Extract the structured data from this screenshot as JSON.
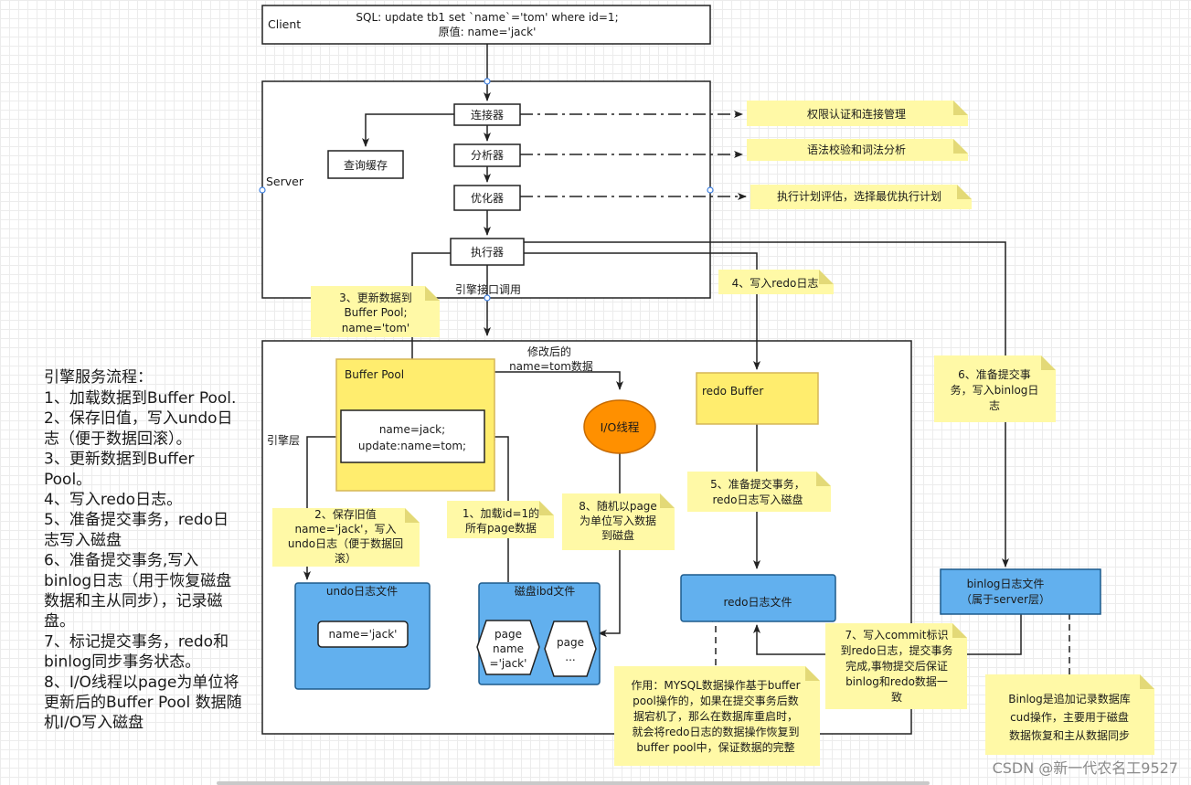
{
  "client": {
    "label": "Client",
    "sql": "SQL: update tb1 set `name`='tom' where id=1;",
    "orig": "原值: name='jack'"
  },
  "server": {
    "label": "Server",
    "connector": "连接器",
    "cache": "查询缓存",
    "analyzer": "分析器",
    "optimizer": "优化器",
    "executor": "执行器",
    "engine_api": "引擎接口调用"
  },
  "notes": {
    "auth": "权限认证和连接管理",
    "syntax": "语法校验和词法分析",
    "plan": "执行计划评估，选择最优执行计划",
    "step3": [
      "3、更新数据到",
      "Buffer Pool;",
      "name='tom'"
    ],
    "step4": "4、写入redo日志",
    "step6": [
      "6、准备提交事",
      "务，写入binlog日",
      "志"
    ],
    "step2": [
      "2、保存旧值",
      "name='jack'，写入",
      "undo日志（便于数据回",
      "滚）"
    ],
    "step1": [
      "1、加载id=1的",
      "所有page数据"
    ],
    "step8": [
      "8、随机以page",
      "为单位写入数据",
      "到磁盘"
    ],
    "step5": [
      "5、准备提交事务，",
      "redo日志写入磁盘"
    ],
    "step7": [
      "7、写入commit标识",
      "到redo日志，提交事务",
      "完成,事物提交后保证",
      "binlog和redo数据一",
      "致"
    ],
    "redo_note": [
      "作用：MYSQL数据操作基于buffer",
      "pool操作的，如果在提交事务后数",
      "据宕机了，那么在数据库重启时，",
      "就会将redo日志的数据操作恢复到",
      "buffer pool中，保证数据的完整"
    ],
    "binlog_note": [
      "Binlog是追加记录数据库",
      "cud操作，主要用于磁盘",
      "数据恢复和主从数据同步"
    ]
  },
  "engine": {
    "label": "引擎层",
    "buffer_pool": "Buffer Pool",
    "bp_inner": [
      "name=jack;",
      "update:name=tom;"
    ],
    "modified": [
      "修改后的",
      "name=tom数据"
    ],
    "io_thread": "I/O线程",
    "redo_buffer": "redo Buffer",
    "undo_file": "undo日志文件",
    "undo_value": "name='jack'",
    "disk_file": "磁盘ibd文件",
    "page1": [
      "page",
      "name",
      "='jack'"
    ],
    "page2": [
      "page",
      "..."
    ],
    "redo_file": "redo日志文件",
    "binlog_file": [
      "binlog日志文件",
      "（属于server层）"
    ]
  },
  "side_panel": {
    "title": "引擎服务流程：",
    "lines": [
      "1、加载数据到Buffer Pool.",
      "2、保存旧值，写入undo日",
      "志（便于数据回滚）。",
      "3、更新数据到Buffer",
      "Pool。",
      "4、写入redo日志。",
      "5、准备提交事务，redo日",
      "志写入磁盘",
      "6、准备提交事务,写入",
      "binlog日志（用于恢复磁盘",
      "数据和主从同步），记录磁",
      "盘。",
      "7、标记提交事务，redo和",
      "binlog同步事务状态。",
      "8、I/O线程以page为单位将",
      "更新后的Buffer Pool 数据随",
      "机I/O写入磁盘"
    ]
  },
  "watermark": "CSDN @新一代农名工9527",
  "colors": {
    "note_fill": "#fff9a6",
    "note_fold": "#e3d977",
    "blue_fill": "#62b0ee",
    "blue_stroke": "#1d5a8c",
    "yellow_fill": "#ffed6e",
    "yellow_stroke": "#d6b656",
    "orange_fill": "#ff9000",
    "orange_stroke": "#c66a00"
  }
}
